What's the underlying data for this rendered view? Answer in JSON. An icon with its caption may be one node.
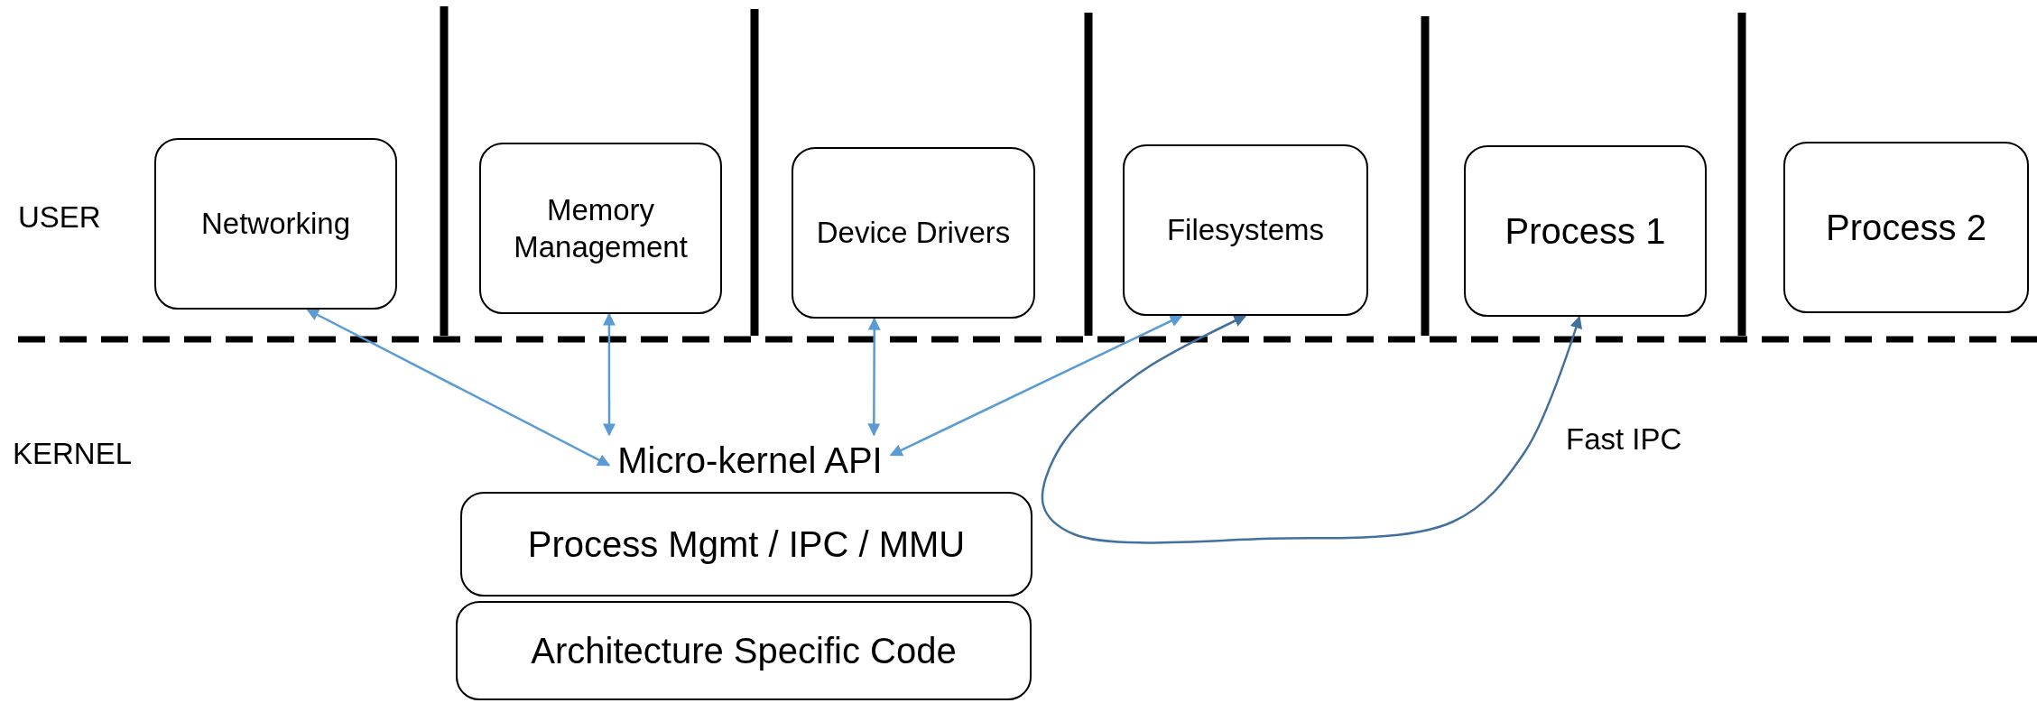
{
  "diagram": {
    "nodes": [
      {
        "text": [
          "Networking"
        ]
      },
      {
        "text": [
          "Memory Management"
        ]
      },
      {
        "text": [
          "Device Drivers"
        ]
      },
      {
        "text": [
          "Filesystems"
        ]
      },
      {
        "text": [
          "Process 1"
        ]
      },
      {
        "text": [
          "Process 2"
        ]
      },
      {
        "text": [
          "Micro-kernel API"
        ]
      },
      {
        "text": [
          "Process Mgmt / IPC / MMU"
        ]
      },
      {
        "text": [
          "Architecture Specific Code"
        ]
      }
    ],
    "edges": [
      {
        "from": 0,
        "to": 6,
        "arrow": "both"
      },
      {
        "from": 1,
        "to": 6,
        "arrow": "both"
      },
      {
        "from": 2,
        "to": 6,
        "arrow": "both"
      },
      {
        "from": 3,
        "to": 6,
        "arrow": "both"
      },
      {
        "from": 3,
        "to": 4,
        "arrow": "both",
        "label": "Fast IPC",
        "color": "#41719c"
      }
    ],
    "labels": [
      "USER",
      "KERNEL"
    ]
  }
}
